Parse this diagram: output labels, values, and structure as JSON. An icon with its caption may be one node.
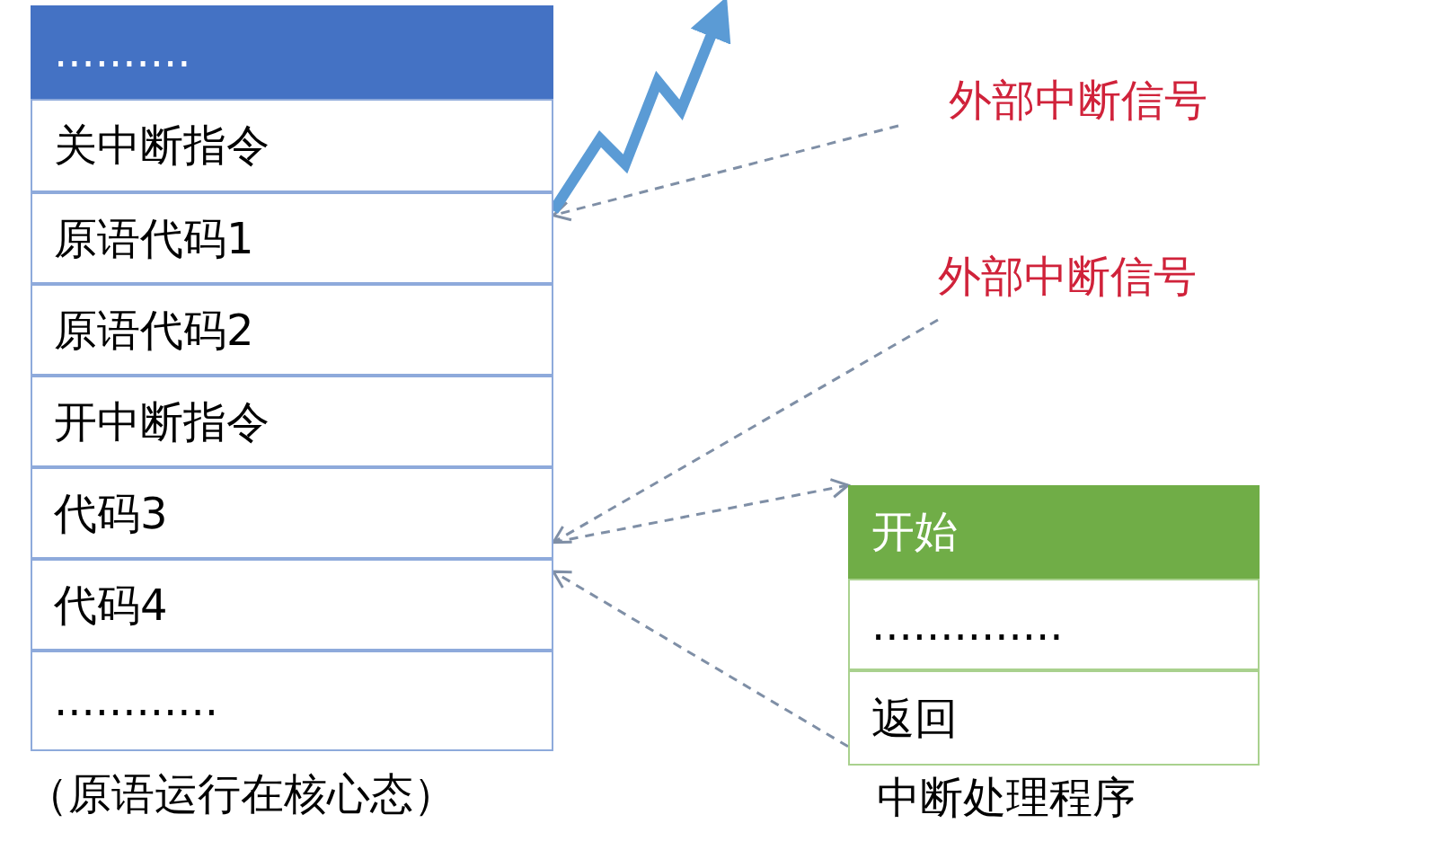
{
  "diagram": {
    "nodes": [
      {
        "text": [
          ".........."
        ]
      },
      {
        "text": [
          "关中断指令"
        ]
      },
      {
        "text": [
          "原语代码1"
        ]
      },
      {
        "text": [
          "原语代码2"
        ]
      },
      {
        "text": [
          "开中断指令"
        ]
      },
      {
        "text": [
          "代码3"
        ]
      },
      {
        "text": [
          "代码4"
        ]
      },
      {
        "text": [
          "............"
        ]
      },
      {
        "text": [
          "开始"
        ]
      },
      {
        "text": [
          ".............."
        ]
      },
      {
        "text": [
          "返回"
        ]
      },
      {
        "text": [
          "外部中断信号"
        ]
      },
      {
        "text": [
          "外部中断信号"
        ]
      }
    ],
    "edges": [
      {
        "from": 11,
        "to": 2,
        "arrow": "to",
        "style": "dashed"
      },
      {
        "from": 2,
        "to": null,
        "arrow": "to",
        "style": "thick",
        "color": "#5b9bd5"
      },
      {
        "from": 12,
        "to": 5,
        "arrow": "to",
        "style": "dashed"
      },
      {
        "from": 5,
        "to": 8,
        "arrow": "to",
        "style": "dashed"
      },
      {
        "from": 10,
        "to": 6,
        "arrow": "to",
        "style": "dashed"
      }
    ],
    "labels": [
      "（原语运行在核心态）",
      "中断处理程序"
    ]
  }
}
